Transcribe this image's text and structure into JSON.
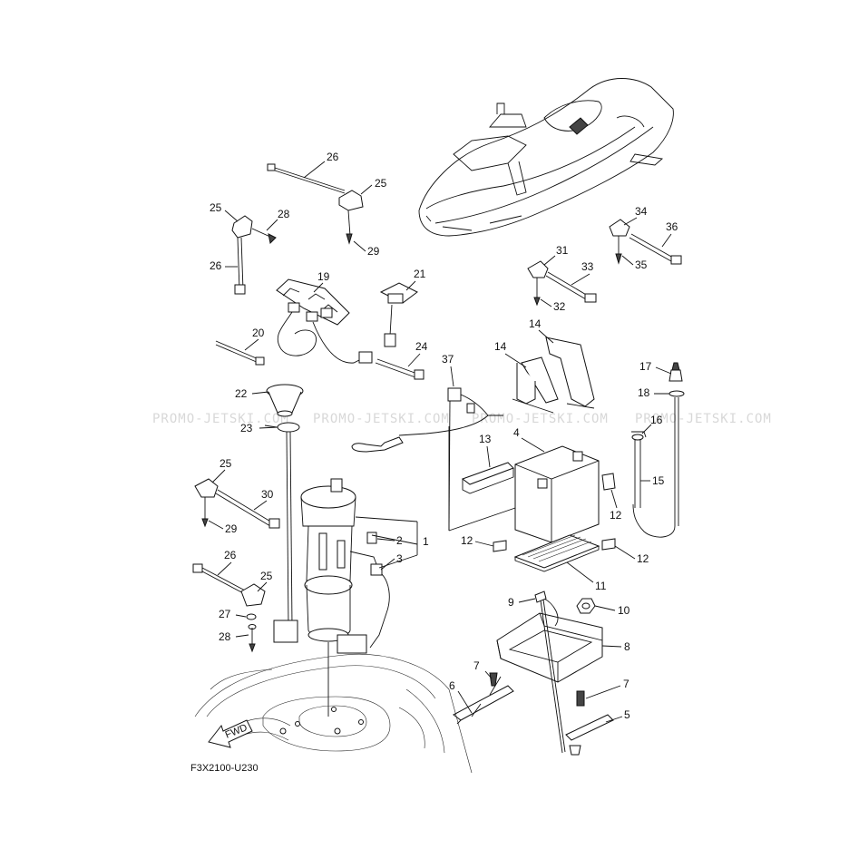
{
  "diagram": {
    "code": "F3X2100-U230",
    "fwd_label": "FWD",
    "watermark": "PROMO-JETSKI.COM",
    "callouts": {
      "c1": "1",
      "c2": "2",
      "c3": "3",
      "c4": "4",
      "c5": "5",
      "c6": "6",
      "c7a": "7",
      "c7b": "7",
      "c8": "8",
      "c9": "9",
      "c10": "10",
      "c11": "11",
      "c12a": "12",
      "c12b": "12",
      "c12c": "12",
      "c13": "13",
      "c14a": "14",
      "c14b": "14",
      "c15": "15",
      "c16": "16",
      "c17": "17",
      "c18": "18",
      "c19": "19",
      "c20": "20",
      "c21": "21",
      "c22": "22",
      "c23": "23",
      "c24": "24",
      "c25a": "25",
      "c25b": "25",
      "c25c": "25",
      "c25d": "25",
      "c26a": "26",
      "c26b": "26",
      "c26c": "26",
      "c27": "27",
      "c28a": "28",
      "c28b": "28",
      "c29a": "29",
      "c29b": "29",
      "c30": "30",
      "c31": "31",
      "c32": "32",
      "c33": "33",
      "c34": "34",
      "c35": "35",
      "c36": "36",
      "c37": "37"
    }
  }
}
